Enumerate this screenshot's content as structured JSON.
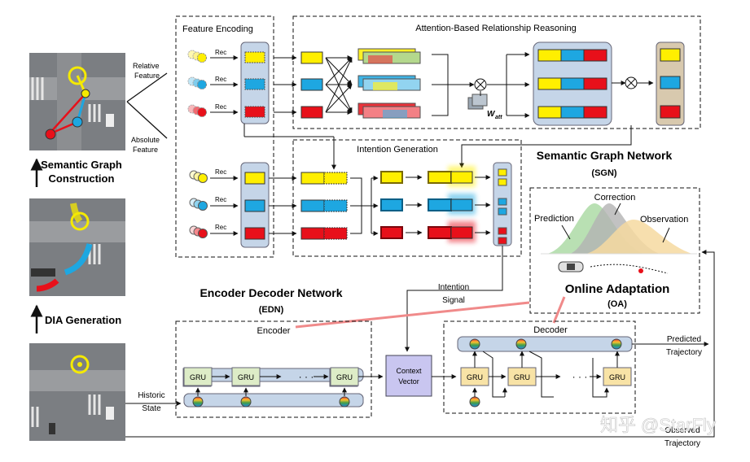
{
  "left_column": {
    "sgc_label_line1": "Semantic Graph",
    "sgc_label_line2": "Construction",
    "dia_label": "DIA Generation"
  },
  "feature_encoding": {
    "title": "Feature Encoding",
    "relative_line1": "Relative",
    "relative_line2": "Feature",
    "absolute_line1": "Absolute",
    "absolute_line2": "Feature",
    "rec_label": "Rec"
  },
  "attention": {
    "title": "Attention-Based Relationship Reasoning",
    "weight_symbol": "W",
    "weight_subscript": "att"
  },
  "intention": {
    "title": "Intention Generation",
    "signal_line1": "Intention",
    "signal_line2": "Signal"
  },
  "sgn": {
    "title": "Semantic Graph Network",
    "abbr": "(SGN)"
  },
  "online_adaptation": {
    "correction": "Correction",
    "prediction": "Prediction",
    "observation": "Observation",
    "title": "Online Adaptation",
    "abbr": "(OA)"
  },
  "edn": {
    "title": "Encoder Decoder Network",
    "abbr": "(EDN)",
    "encoder": "Encoder",
    "decoder": "Decoder",
    "gru": "GRU",
    "ellipsis": "· · ·",
    "context_line1": "Context",
    "context_line2": "Vector",
    "historic_line1": "Historic",
    "historic_line2": "State",
    "predicted_line1": "Predicted",
    "predicted_line2": "Trajectory",
    "observed_line1": "Observed",
    "observed_line2": "Trajectory"
  },
  "watermark": "知乎 @StarFly",
  "colors": {
    "yellow": "#ffef00",
    "blue": "#1ea7e1",
    "red": "#e8101a",
    "panel_blue": "#c5d5e8",
    "gru_fill": "#ddecc7",
    "context_fill": "#c9c6f0",
    "decoder_gru_fill": "#f8e3a6",
    "pink_line": "#f08a8a"
  }
}
